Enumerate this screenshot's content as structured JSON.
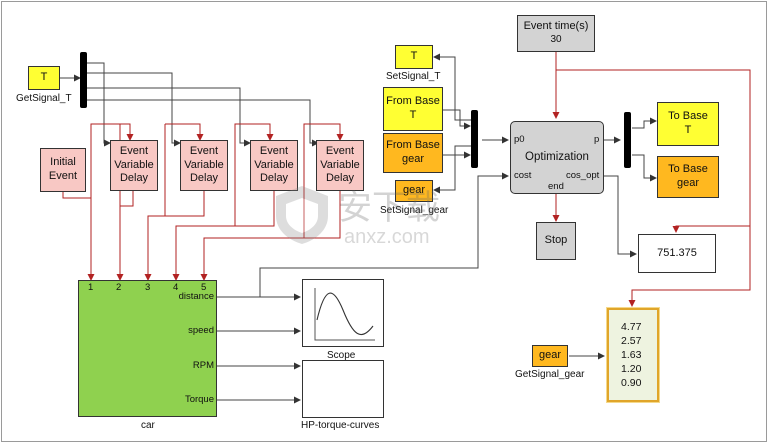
{
  "blocks": {
    "get_signal_t": {
      "text": "T",
      "caption": "GetSignal_T"
    },
    "initial_event": {
      "line1": "Initial",
      "line2": "Event"
    },
    "delays": [
      {
        "line1": "Event",
        "line2": "Variable",
        "line3": "Delay"
      },
      {
        "line1": "Event",
        "line2": "Variable",
        "line3": "Delay"
      },
      {
        "line1": "Event",
        "line2": "Variable",
        "line3": "Delay"
      },
      {
        "line1": "Event",
        "line2": "Variable",
        "line3": "Delay"
      }
    ],
    "car": {
      "caption": "car",
      "inputs": [
        "1",
        "2",
        "3",
        "4",
        "5"
      ],
      "outputs": [
        "distance",
        "speed",
        "RPM",
        "Torque"
      ]
    },
    "scope": {
      "caption": "Scope"
    },
    "hp_torque": {
      "caption": "HP-torque-curves"
    },
    "set_signal_t": {
      "text": "T",
      "caption": "SetSignal_T"
    },
    "from_base_t": {
      "line1": "From Base",
      "line2": "T"
    },
    "from_base_gear": {
      "line1": "From Base",
      "line2": "gear"
    },
    "set_signal_gear": {
      "text": "gear",
      "caption": "SetSignal_gear"
    },
    "event_time": {
      "title": "Event time(s)",
      "value": "30"
    },
    "optimization": {
      "title": "Optimization",
      "port_p0": "p0",
      "port_p": "p",
      "port_cost": "cost",
      "port_cos_opt": "cos_opt",
      "port_end": "end"
    },
    "stop": {
      "text": "Stop"
    },
    "to_base_t": {
      "line1": "To Base",
      "line2": "T"
    },
    "to_base_gear": {
      "line1": "To Base",
      "line2": "gear"
    },
    "display_cost": {
      "value": "751.375"
    },
    "get_signal_gear": {
      "text": "gear",
      "caption": "GetSignal_gear"
    },
    "display_gear": {
      "values": [
        "4.77",
        "2.57",
        "1.63",
        "1.20",
        "0.90"
      ]
    }
  },
  "watermark": {
    "text_cn": "安下载",
    "text_en": "anxz.com"
  },
  "colors": {
    "yellow": "#ffff33",
    "orange": "#ffb81f",
    "pink": "#f8c8c4",
    "green": "#8fd14f",
    "event_wire": "#b22222",
    "signal_wire": "#333333"
  }
}
